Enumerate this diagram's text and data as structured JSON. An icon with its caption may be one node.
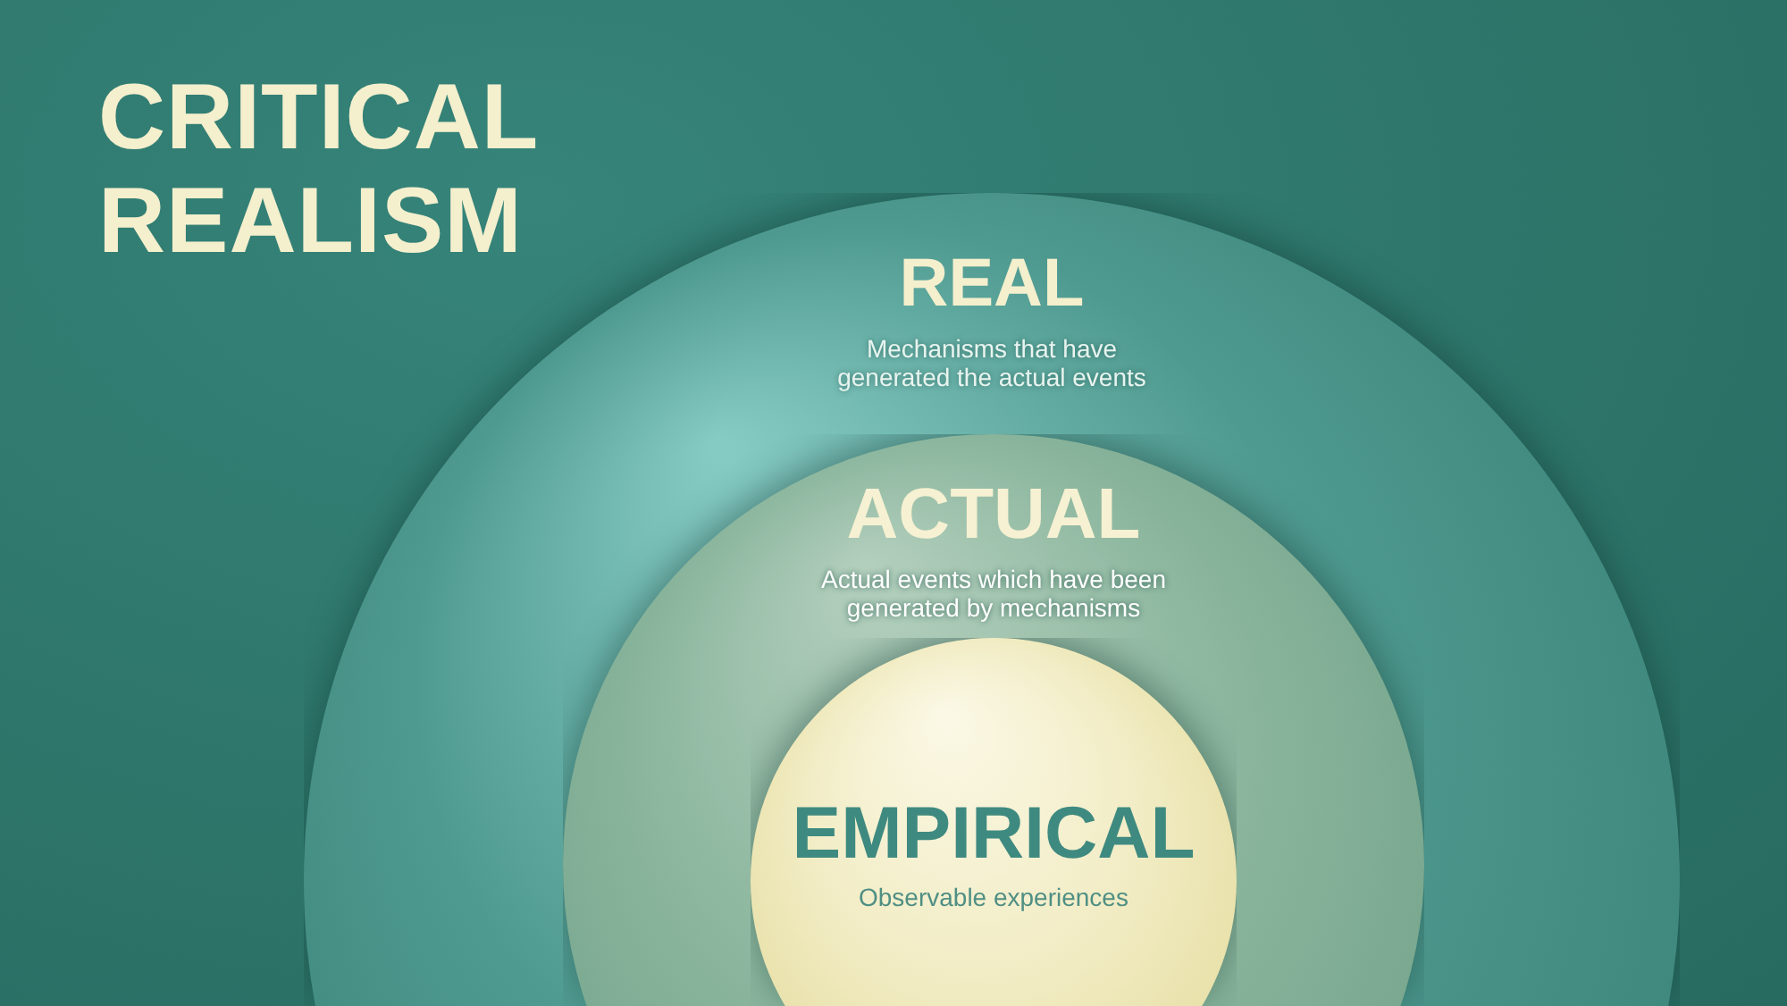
{
  "diagram": {
    "title": "CRITICAL REALISM",
    "nodes": [
      {
        "text": [
          "REAL",
          "Mechanisms that have generated the actual events"
        ]
      },
      {
        "text": [
          "ACTUAL",
          "Actual events which have been generated by mechanisms"
        ],
        "in": 0
      },
      {
        "text": [
          "EMPIRICAL",
          "Observable experiences"
        ],
        "in": 1
      }
    ]
  }
}
